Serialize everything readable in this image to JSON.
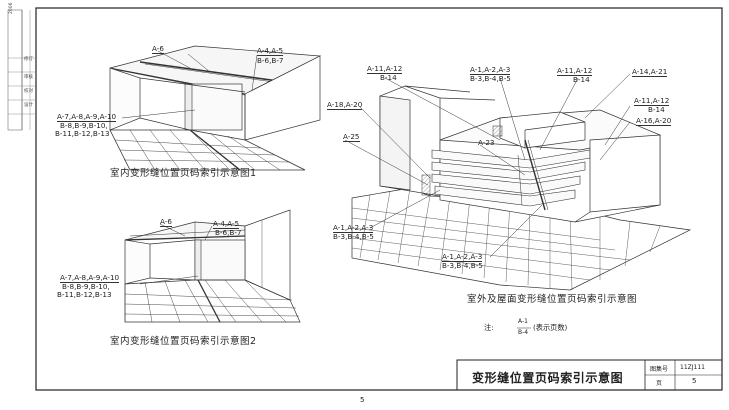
{
  "figures": {
    "fig1": {
      "caption": "室内变形缝位置页码索引示意图1",
      "labels": {
        "a6": "A-6",
        "a4a5": "A-4,A-5",
        "b6b7": "B-6,B-7",
        "left_line1": "A-7,A-8,A-9,A-10",
        "left_line2": "B-8,B-9,B-10,",
        "left_line3": "B-11,B-12,B-13"
      }
    },
    "fig2": {
      "caption": "室内变形缝位置页码索引示意图2",
      "labels": {
        "a6": "A-6",
        "a4a5": "A-4,A-5",
        "b6b7": "B-6,B-7",
        "left_line1": "A-7,A-8,A-9,A-10",
        "left_line2": "B-8,B-9,B-10,",
        "left_line3": "B-11,B-12,B-13"
      }
    },
    "fig3": {
      "caption": "室外及屋面变形缝位置页码索引示意图",
      "labels": {
        "a11a12": "A-11,A-12",
        "b14_left": "B-14",
        "a1a2a3_top": "A-1,A-2,A-3",
        "b3b4b5_top": "B-3,B-4,B-5",
        "a11a12_mid": "A-11,A-12",
        "b14_mid": "B-14",
        "a14a21": "A-14,A-21",
        "a18a20": "A-18,A-20",
        "a11a12_right": "A-11,A-12",
        "b14_right": "B-14",
        "a16a20": "A-16,A-20",
        "a25": "A-25",
        "a23": "A-23",
        "a1a2a3_left": "A-1,A-2,A-3",
        "b3b4b5_left": "B-3,B-4,B-5",
        "a1a2a3_bottom": "A-1,A-2,A-3",
        "b3b4b5_bottom": "B-3,B-4,B-5"
      }
    }
  },
  "note": {
    "prefix": "注:",
    "numerator": "A-1",
    "denominator": "B-4",
    "suffix": "(表示页数)"
  },
  "title_block": {
    "title": "变形缝位置页码索引示意图",
    "atlas_label": "图集号",
    "atlas_value": "11ZJ111",
    "page_label": "页",
    "page_value": "5"
  },
  "page_number": "5",
  "margin_notes": [
    "2006",
    "修订",
    "审核",
    "校对",
    "设计"
  ]
}
